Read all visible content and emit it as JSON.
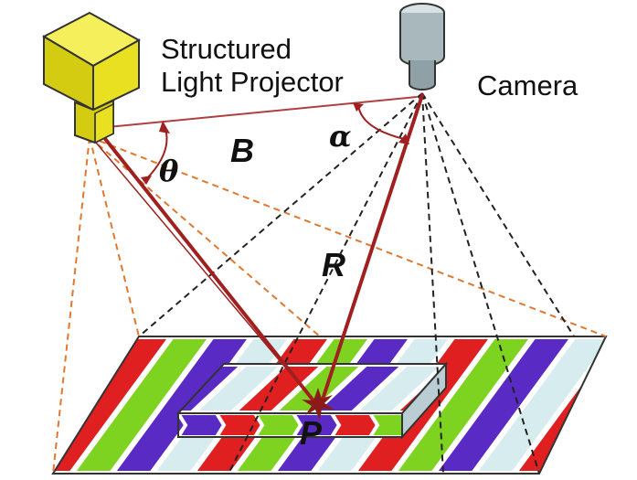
{
  "labels": {
    "projector_line1": "Structured",
    "projector_line2": "Light Projector",
    "camera": "Camera",
    "baseline": "B",
    "theta": "θ",
    "alpha": "α",
    "range": "R",
    "point": "P"
  },
  "colors": {
    "projector_body": "#e8e020",
    "camera_body": "#a9b8bd",
    "ray": "#a02020",
    "projector_dash": "#e07830",
    "camera_dash": "#222222",
    "stripe_red": "#e02020",
    "stripe_green": "#7ed321",
    "stripe_blue": "#5a2bc4",
    "stripe_light": "#d6ecef"
  },
  "stripe_pattern": [
    "light",
    "red",
    "green",
    "blue",
    "light",
    "red",
    "green",
    "blue",
    "light",
    "red",
    "green",
    "blue",
    "light",
    "red",
    "light"
  ]
}
